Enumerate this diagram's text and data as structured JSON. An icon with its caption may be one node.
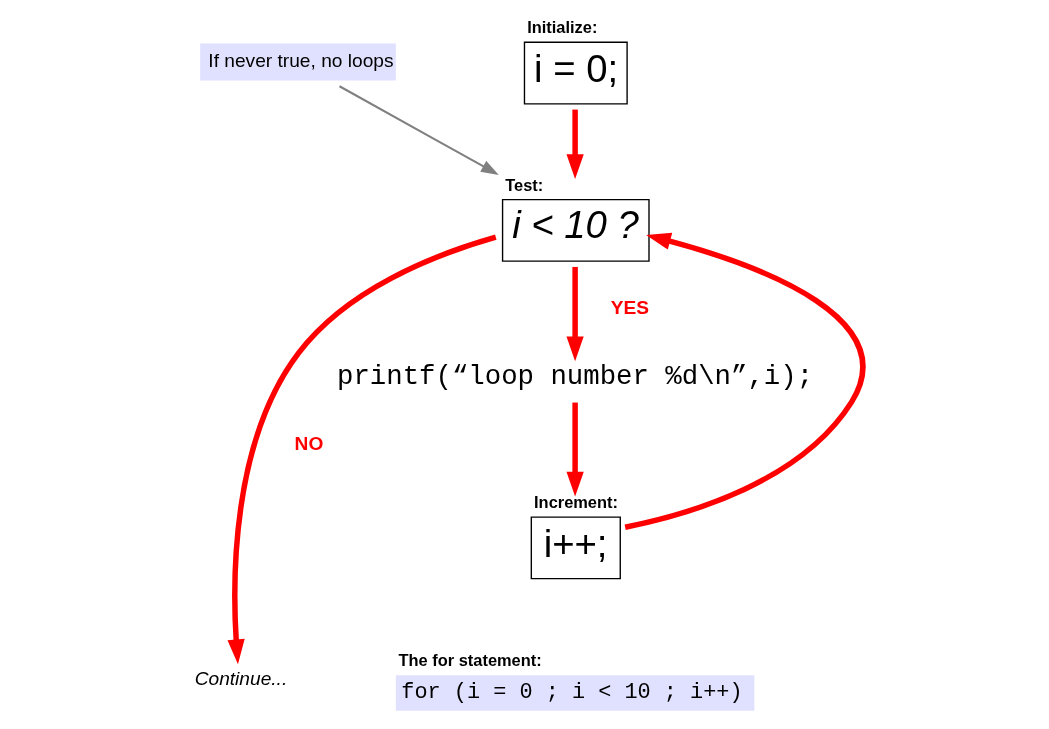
{
  "diagram": {
    "nodes": [
      {
        "text": [
          "Initialize:",
          "i = 0;"
        ]
      },
      {
        "text": [
          "Test:",
          "i < 10 ?"
        ]
      },
      {
        "text": [
          "printf(“loop number %d\\n”,i);"
        ]
      },
      {
        "text": [
          "Increment:",
          "i++;"
        ]
      },
      {
        "text": [
          "If never true, no loops"
        ]
      },
      {
        "text": [
          "Continue..."
        ]
      },
      {
        "text": [
          "The for statement:",
          "for (i = 0 ; i < 10 ; i++)"
        ]
      }
    ],
    "edges": [
      {
        "from": 0,
        "to": 1,
        "arrow": "to"
      },
      {
        "from": 1,
        "to": 2,
        "arrow": "to",
        "label": "YES"
      },
      {
        "from": 2,
        "to": 3,
        "arrow": "to"
      },
      {
        "from": 3,
        "to": 1,
        "arrow": "to"
      },
      {
        "from": 1,
        "to": 5,
        "arrow": "to",
        "label": "NO"
      },
      {
        "from": 4,
        "to": 1,
        "arrow": "to",
        "color": "#808080"
      }
    ]
  }
}
